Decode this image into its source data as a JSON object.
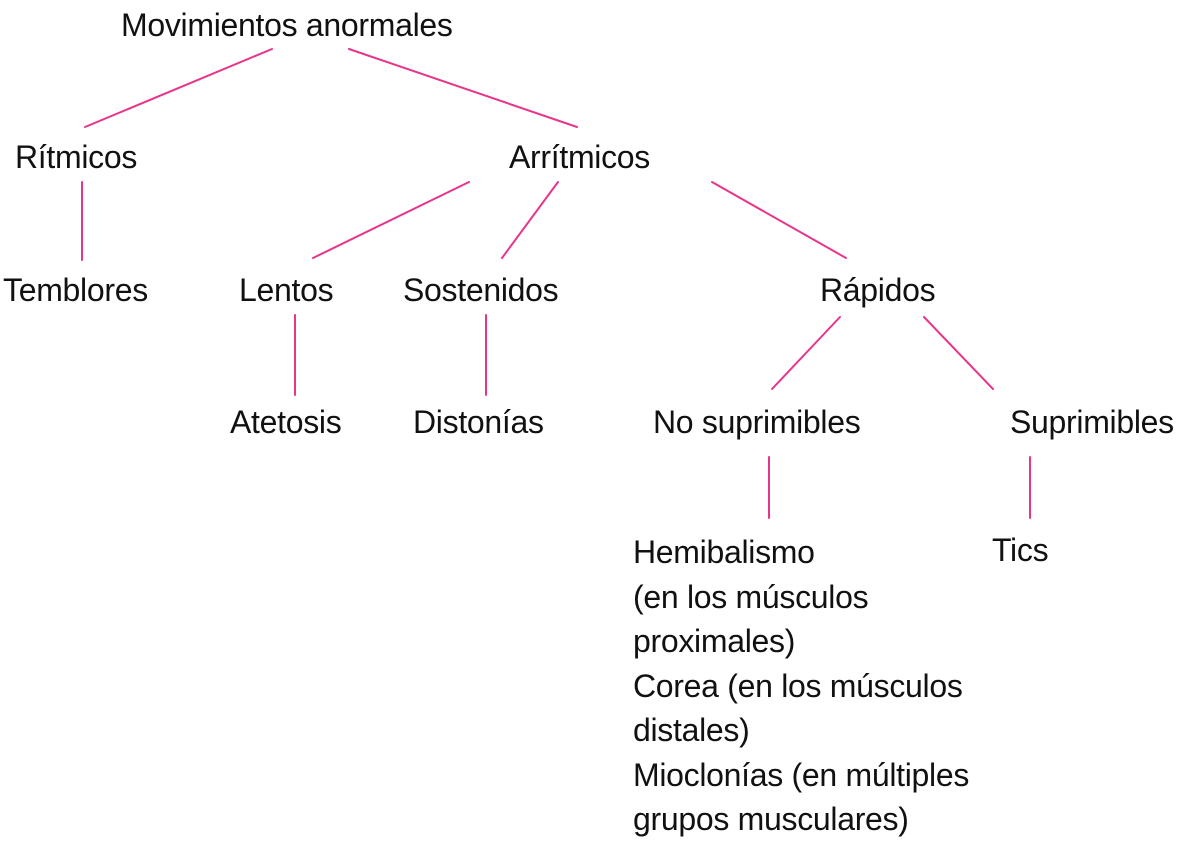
{
  "colors": {
    "connector": "#e8358a",
    "text": "#111111",
    "background": "#ffffff"
  },
  "nodes": {
    "root": "Movimientos anormales",
    "ritmicos": "Rítmicos",
    "arritmicos": "Arrítmicos",
    "temblores": "Temblores",
    "lentos": "Lentos",
    "sostenidos": "Sostenidos",
    "rapidos": "Rápidos",
    "atetosis": "Atetosis",
    "distonias": "Distonías",
    "no_suprimibles": "No suprimibles",
    "suprimibles": "Suprimibles",
    "tics": "Tics"
  },
  "no_suprimibles_details": [
    "Hemibalismo",
    "(en los músculos",
    "proximales)",
    "Corea (en los músculos",
    "distales)",
    "Mioclonías (en múltiples",
    "grupos musculares)"
  ]
}
